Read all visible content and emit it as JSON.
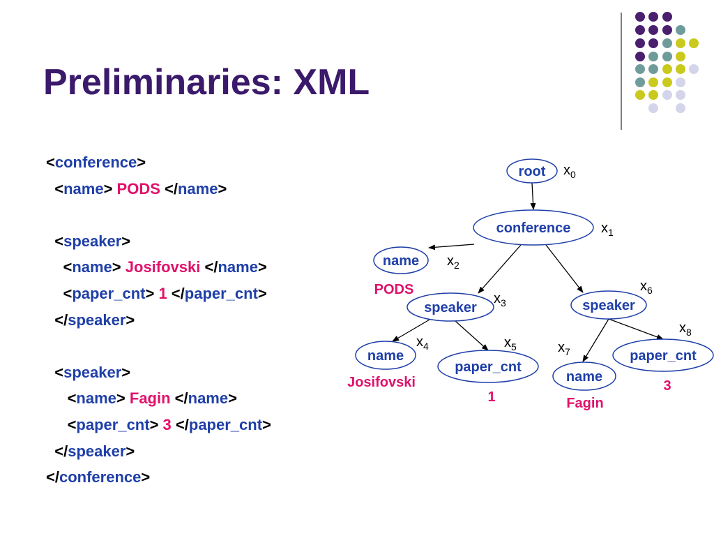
{
  "title": "Preliminaries: XML",
  "xml_lines": [
    {
      "indent": "",
      "parts": [
        [
          "p",
          "<"
        ],
        [
          "t",
          "conference"
        ],
        [
          "p",
          ">"
        ]
      ]
    },
    {
      "indent": "  ",
      "parts": [
        [
          "p",
          "<"
        ],
        [
          "t",
          "name"
        ],
        [
          "p",
          "> "
        ],
        [
          "v",
          "PODS"
        ],
        [
          "p",
          " </"
        ],
        [
          "t",
          "name"
        ],
        [
          "p",
          ">"
        ]
      ]
    },
    {
      "indent": "",
      "parts": []
    },
    {
      "indent": "  ",
      "parts": [
        [
          "p",
          "<"
        ],
        [
          "t",
          "speaker"
        ],
        [
          "p",
          ">"
        ]
      ]
    },
    {
      "indent": "    ",
      "parts": [
        [
          "p",
          "<"
        ],
        [
          "t",
          "name"
        ],
        [
          "p",
          "> "
        ],
        [
          "v",
          "Josifovski"
        ],
        [
          "p",
          " </"
        ],
        [
          "t",
          "name"
        ],
        [
          "p",
          ">"
        ]
      ]
    },
    {
      "indent": "    ",
      "parts": [
        [
          "p",
          "<"
        ],
        [
          "t",
          "paper_cnt"
        ],
        [
          "p",
          "> "
        ],
        [
          "v",
          "1"
        ],
        [
          "p",
          " </"
        ],
        [
          "t",
          "paper_cnt"
        ],
        [
          "p",
          ">"
        ]
      ]
    },
    {
      "indent": "  ",
      "parts": [
        [
          "p",
          "</"
        ],
        [
          "t",
          "speaker"
        ],
        [
          "p",
          ">"
        ]
      ]
    },
    {
      "indent": "",
      "parts": []
    },
    {
      "indent": "  ",
      "parts": [
        [
          "p",
          "<"
        ],
        [
          "t",
          "speaker"
        ],
        [
          "p",
          ">"
        ]
      ]
    },
    {
      "indent": "     ",
      "parts": [
        [
          "p",
          "<"
        ],
        [
          "t",
          "name"
        ],
        [
          "p",
          "> "
        ],
        [
          "v",
          "Fagin"
        ],
        [
          "p",
          " </"
        ],
        [
          "t",
          "name"
        ],
        [
          "p",
          ">"
        ]
      ]
    },
    {
      "indent": "     ",
      "parts": [
        [
          "p",
          "<"
        ],
        [
          "t",
          "paper_cnt"
        ],
        [
          "p",
          "> "
        ],
        [
          "v",
          "3"
        ],
        [
          "p",
          " </"
        ],
        [
          "t",
          "paper_cnt"
        ],
        [
          "p",
          ">"
        ]
      ]
    },
    {
      "indent": "  ",
      "parts": [
        [
          "p",
          "</"
        ],
        [
          "t",
          "speaker"
        ],
        [
          "p",
          ">"
        ]
      ]
    },
    {
      "indent": "",
      "parts": [
        [
          "p",
          "</"
        ],
        [
          "t",
          "conference"
        ],
        [
          "p",
          ">"
        ]
      ]
    }
  ],
  "tree": {
    "nodes": [
      {
        "id": "root",
        "label": "root",
        "var": "x",
        "sub": "0"
      },
      {
        "id": "conference",
        "label": "conference",
        "var": "x",
        "sub": "1"
      },
      {
        "id": "name1",
        "label": "name",
        "var": "x",
        "sub": "2",
        "value": "PODS"
      },
      {
        "id": "speaker1",
        "label": "speaker",
        "var": "x",
        "sub": "3"
      },
      {
        "id": "name2",
        "label": "name",
        "var": "x",
        "sub": "4",
        "value": "Josifovski"
      },
      {
        "id": "paper1",
        "label": "paper_cnt",
        "var": "x",
        "sub": "5",
        "value": "1"
      },
      {
        "id": "speaker2",
        "label": "speaker",
        "var": "x",
        "sub": "6"
      },
      {
        "id": "name3",
        "label": "name",
        "var": "x",
        "sub": "7",
        "value": "Fagin"
      },
      {
        "id": "paper2",
        "label": "paper_cnt",
        "var": "x",
        "sub": "8",
        "value": "3"
      }
    ],
    "edges": [
      [
        "root",
        "conference"
      ],
      [
        "conference",
        "name1"
      ],
      [
        "conference",
        "speaker1"
      ],
      [
        "conference",
        "speaker2"
      ],
      [
        "speaker1",
        "name2"
      ],
      [
        "speaker1",
        "paper1"
      ],
      [
        "speaker2",
        "name3"
      ],
      [
        "speaker2",
        "paper2"
      ]
    ]
  },
  "colors": {
    "title": "#3b1a6b",
    "tag": "#1f3fa8",
    "value": "#e0116b",
    "node_fill": "#ffffff",
    "node_stroke": "#1f3fa8",
    "dot_purple": "#4a1f6e",
    "dot_teal": "#6f9c9a",
    "dot_yellow": "#c9c91e",
    "dot_lavender": "#d4d4ea"
  }
}
